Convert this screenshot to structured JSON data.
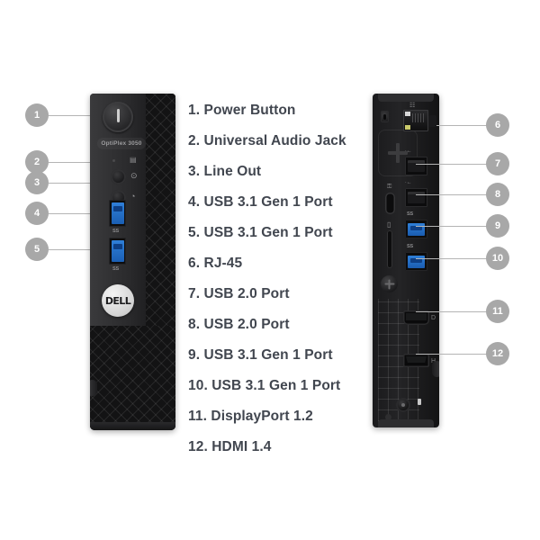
{
  "diagram": {
    "title": "Dell OptiPlex 3050 Micro port diagram",
    "background_color": "#ffffff",
    "callout_circle_color": "#a8a8a8",
    "callout_number_color": "#ffffff",
    "leader_line_color": "#b4b4b4",
    "list_text_color": "#41464f"
  },
  "legend": [
    {
      "number": "1",
      "label": "1. Power Button"
    },
    {
      "number": "2",
      "label": "2. Universal Audio Jack"
    },
    {
      "number": "3",
      "label": "3. Line Out"
    },
    {
      "number": "4",
      "label": "4. USB 3.1 Gen 1 Port"
    },
    {
      "number": "5",
      "label": "5. USB 3.1 Gen 1 Port"
    },
    {
      "number": "6",
      "label": "6. RJ-45"
    },
    {
      "number": "7",
      "label": "7. USB 2.0 Port"
    },
    {
      "number": "8",
      "label": "8. USB 2.0 Port"
    },
    {
      "number": "9",
      "label": "9. USB 3.1 Gen 1 Port"
    },
    {
      "number": "10",
      "label": "10. USB 3.1 Gen 1 Port"
    },
    {
      "number": "11",
      "label": "11. DisplayPort 1.2"
    },
    {
      "number": "12",
      "label": "12. HDMI 1.4"
    }
  ],
  "front_unit": {
    "model_badge": "OptiPlex 3050",
    "brand_logo": "DELL",
    "usb_speed_label_1": "SS",
    "usb_speed_label_2": "SS",
    "headphone_glyph": "⊙",
    "lineout_glyph": "◔",
    "hdd_glyph": "▤",
    "chassis_color": "#1d1d1f",
    "usb3_port_color": "#2f7fd8"
  },
  "rear_unit": {
    "rj45_glyph": "☷",
    "usb2_glyph_1": "∙←",
    "usb2_glyph_2": "∙←",
    "usb3_glyph_1": "SS",
    "usb3_glyph_2": "SS",
    "displayport_glyph": "D",
    "hdmi_glyph": "H",
    "lock_glyph": "⚿",
    "padlock_glyph": "▯",
    "chassis_color": "#1a1a1c",
    "usb3_port_color": "#2f7fd8"
  }
}
